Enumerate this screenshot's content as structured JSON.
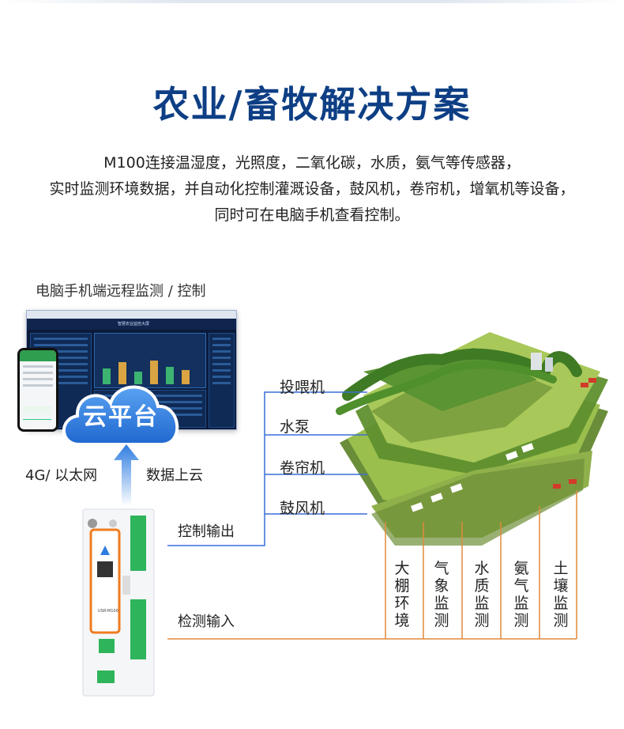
{
  "title": "农业/畜牧解决方案",
  "description": [
    "M100连接温湿度，光照度，二氧化碳，水质，氨气等传感器，",
    "实时监测环境数据，并自动化控制灌溉设备，鼓风机，卷帘机，增氧机等设备，",
    "同时可在电脑手机查看控制。"
  ],
  "remote_label": "电脑手机端远程监测 / 控制",
  "monitor": {
    "title": "智慧农业监控大屏"
  },
  "cloud_label": "云平台",
  "network_label": "4G/ 以太网",
  "upload_label": "数据上云",
  "device": {
    "model": "USR-M100"
  },
  "control_output_label": "控制输出",
  "detect_input_label": "检测输入",
  "machines": [
    "投喂机",
    "水泵",
    "卷帘机",
    "鼓风机"
  ],
  "monitors": [
    [
      "大",
      "棚",
      "环",
      "境"
    ],
    [
      "气",
      "象",
      "监",
      "测"
    ],
    [
      "水",
      "质",
      "监",
      "测"
    ],
    [
      "氨",
      "气",
      "监",
      "测"
    ],
    [
      "土",
      "壤",
      "监",
      "测"
    ]
  ],
  "colors": {
    "title": "#0e3f85",
    "line_blue": "#3a6fd8",
    "line_orange": "#e08a3c",
    "cloud": "#2f7de1"
  }
}
